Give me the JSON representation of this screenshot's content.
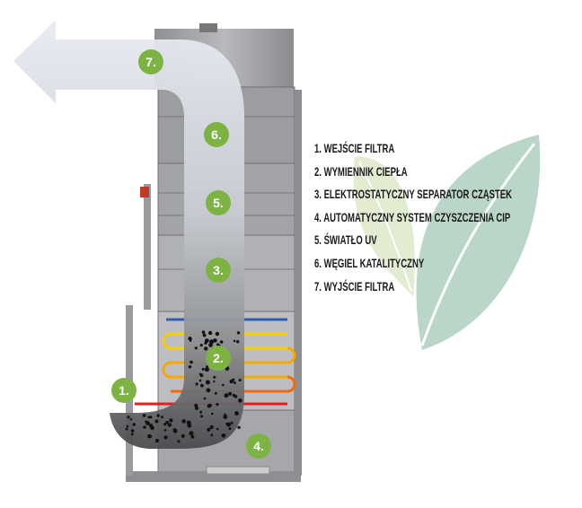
{
  "legend": [
    "1. WEJŚCIE FILTRA",
    "2. WYMIENNIK CIEPŁA",
    "3. ELEKTROSTATYCZNY SEPARATOR CZĄSTEK",
    "4. AUTOMATYCZNY SYSTEM CZYSZCZENIA CIP",
    "5. ŚWIATŁO UV",
    "6. WĘGIEL KATALITYCZNY",
    "7. WYJŚCIE FILTRA"
  ],
  "badges": {
    "b1": "1.",
    "b2": "2.",
    "b3": "3.",
    "b4": "4.",
    "b5": "5.",
    "b6": "6.",
    "b7": "7."
  },
  "colors": {
    "badge": "#7db343",
    "leaf_light": "#e2ecd0",
    "leaf_teal": "#b9d6c9",
    "machine": "#a9aaad"
  }
}
